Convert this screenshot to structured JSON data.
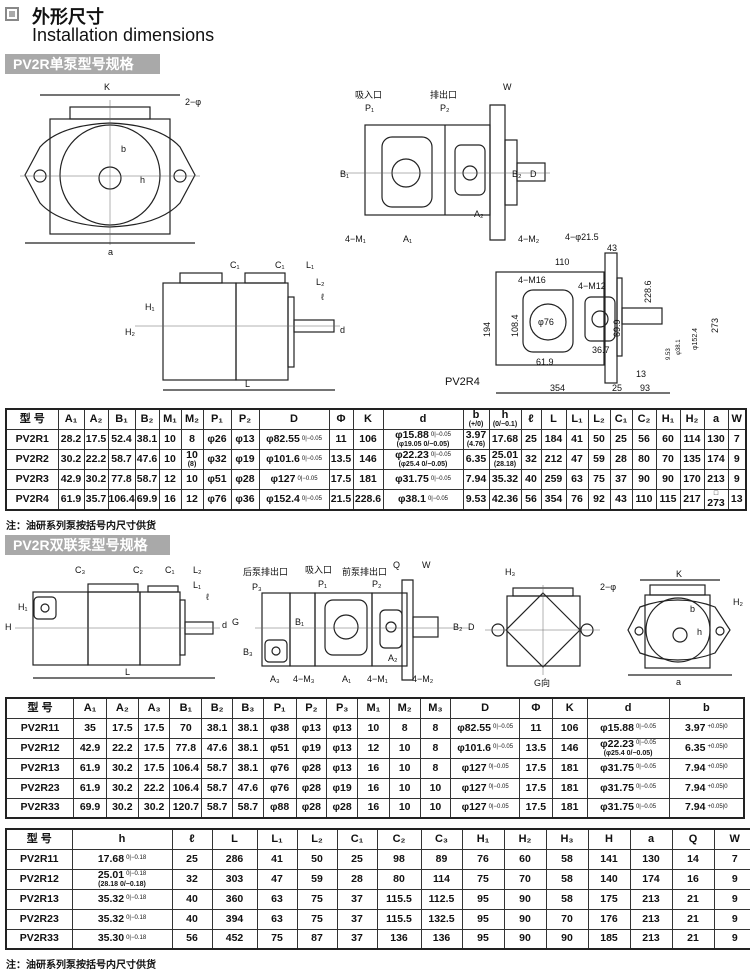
{
  "header": {
    "icon": "square-bullet-icon",
    "title_cn": "外形尺寸",
    "title_en": "Installation dimensions"
  },
  "section1": {
    "banner": "PV2R单泵型号规格",
    "note": "注：油研系列泵按括号内尺寸供货"
  },
  "section2": {
    "banner": "PV2R双联泵型号规格",
    "note": "注：油研系列泵按括号内尺寸供货"
  },
  "drawings": {
    "front": {
      "K": "K",
      "hole": "2−φ",
      "b": "b",
      "h": "h",
      "a": "a"
    },
    "side": {
      "C1": "C₁",
      "C1b": "C₁",
      "L1": "L₁",
      "L2": "L₂",
      "l": "ℓ",
      "H1": "H₁",
      "H2": "H₂",
      "d": "d",
      "L": "L"
    },
    "top": {
      "inlet": "吸入口",
      "P1": "P₁",
      "outlet": "排出口",
      "P2": "P₂",
      "W": "W",
      "B1": "B₁",
      "B2": "B₂",
      "D": "D",
      "M1": "4−M₁",
      "A1": "A₁",
      "A2": "A₂",
      "M2": "4−M₂"
    },
    "pv2r4": {
      "title": "PV2R4",
      "holes": "4−φ21.5",
      "d43": "43",
      "d110": "110",
      "m16": "4−M16",
      "m12": "4−M12",
      "d194": "194",
      "d1084": "108.4",
      "d76": "φ76",
      "d619": "61.9",
      "d367": "36.7",
      "d699": "69.9",
      "d2286": "228.6",
      "d273": "273",
      "d354": "354",
      "d25": "25",
      "d93": "93",
      "d13": "13",
      "d1524": "φ152.4",
      "d381": "φ38.1",
      "d953": "9.53"
    },
    "dside": {
      "C3": "C₃",
      "C2": "C₂",
      "C1": "C₁",
      "L2": "L₂",
      "L1": "L₁",
      "l": "ℓ",
      "H1": "H₁",
      "H": "H",
      "G": "G",
      "d": "d",
      "L": "L"
    },
    "dtop": {
      "rear": "后泵排出口",
      "inlet": "吸入口",
      "front": "前泵排出口",
      "Q": "Q",
      "W": "W",
      "P3": "P₃",
      "P1": "P₁",
      "P2": "P₂",
      "B1": "B₁",
      "B2": "B₂",
      "B3": "B₃",
      "D": "D",
      "A3": "A₃",
      "M3": "4−M₃",
      "A1": "A₁",
      "M1": "4−M₁",
      "A2": "A₂",
      "M2": "4−M₂"
    },
    "gview": {
      "label": "G向",
      "H3": "H₃"
    },
    "dfront": {
      "K": "K",
      "hole": "2−φ",
      "b": "b",
      "h": "h",
      "H2": "H₂",
      "a": "a"
    }
  },
  "table1": {
    "headers": [
      "型 号",
      "A₁",
      "A₂",
      "B₁",
      "B₂",
      "M₁",
      "M₂",
      "P₁",
      "P₂",
      "D",
      "Φ",
      "K",
      "d",
      {
        "v": "b",
        "s": "(+/0)"
      },
      {
        "v": "h",
        "s": "(0/−0.1)"
      },
      "ℓ",
      "L",
      "L₁",
      "L₂",
      "C₁",
      "C₂",
      "H₁",
      "H₂",
      "a",
      "W"
    ],
    "rows": [
      [
        "PV2R1",
        "28.2",
        "17.5",
        "52.4",
        "38.1",
        "10",
        "8",
        "φ26",
        "φ13",
        {
          "v": "φ82.55",
          "t": "0|−0.05"
        },
        "11",
        "106",
        {
          "v": "φ15.88",
          "t": "0|−0.05",
          "s": "(φ19.05 0/−0.05)"
        },
        {
          "v": "3.97",
          "s": "(4.76)"
        },
        "17.68",
        "25",
        "184",
        "41",
        "50",
        "25",
        "56",
        "60",
        "114",
        "130",
        "7"
      ],
      [
        "PV2R2",
        "30.2",
        "22.2",
        "58.7",
        "47.6",
        "10",
        {
          "v": "10",
          "s": "(8)"
        },
        "φ32",
        "φ19",
        {
          "v": "φ101.6",
          "t": "0|−0.05"
        },
        "13.5",
        "146",
        {
          "v": "φ22.23",
          "t": "0|−0.05",
          "s": "(φ25.4 0/−0.05)"
        },
        "6.35",
        {
          "v": "25.01",
          "s": "(28.18)"
        },
        "32",
        "212",
        "47",
        "59",
        "28",
        "80",
        "70",
        "135",
        "174",
        "9"
      ],
      [
        "PV2R3",
        "42.9",
        "30.2",
        "77.8",
        "58.7",
        "12",
        "10",
        "φ51",
        "φ28",
        {
          "v": "φ127",
          "t": "0|−0.05"
        },
        "17.5",
        "181",
        {
          "v": "φ31.75",
          "t": "0|−0.05"
        },
        "7.94",
        "35.32",
        "40",
        "259",
        "63",
        "75",
        "37",
        "90",
        "90",
        "170",
        "213",
        "9"
      ],
      [
        "PV2R4",
        "61.9",
        "35.7",
        "106.4",
        "69.9",
        "16",
        "12",
        "φ76",
        "φ36",
        {
          "v": "φ152.4",
          "t": "0|−0.05"
        },
        "21.5",
        "228.6",
        {
          "v": "φ38.1",
          "t": "0|−0.05"
        },
        "9.53",
        "42.36",
        "56",
        "354",
        "76",
        "92",
        "43",
        "110",
        "115",
        "217",
        {
          "v": "273",
          "s": "□"
        },
        "13"
      ]
    ]
  },
  "table2": {
    "headers": [
      "型 号",
      "A₁",
      "A₂",
      "A₃",
      "B₁",
      "B₂",
      "B₃",
      "P₁",
      "P₂",
      "P₃",
      "M₁",
      "M₂",
      "M₃",
      "D",
      "Φ",
      "K",
      "d",
      "b"
    ],
    "rows": [
      [
        "PV2R11",
        "35",
        "17.5",
        "17.5",
        "70",
        "38.1",
        "38.1",
        "φ38",
        "φ13",
        "φ13",
        "10",
        "8",
        "8",
        {
          "v": "φ82.55",
          "t": "0|−0.05"
        },
        "11",
        "106",
        {
          "v": "φ15.88",
          "t": "0|−0.05"
        },
        {
          "v": "3.97",
          "t": "+0.05|0"
        }
      ],
      [
        "PV2R12",
        "42.9",
        "22.2",
        "17.5",
        "77.8",
        "47.6",
        "38.1",
        "φ51",
        "φ19",
        "φ13",
        "12",
        "10",
        "8",
        {
          "v": "φ101.6",
          "t": "0|−0.05"
        },
        "13.5",
        "146",
        {
          "v": "φ22.23",
          "t": "0|−0.05",
          "s": "(φ25.4 0/−0.05)"
        },
        {
          "v": "6.35",
          "t": "+0.05|0"
        }
      ],
      [
        "PV2R13",
        "61.9",
        "30.2",
        "17.5",
        "106.4",
        "58.7",
        "38.1",
        "φ76",
        "φ28",
        "φ13",
        "16",
        "10",
        "8",
        {
          "v": "φ127",
          "t": "0|−0.05"
        },
        "17.5",
        "181",
        {
          "v": "φ31.75",
          "t": "0|−0.05"
        },
        {
          "v": "7.94",
          "t": "+0.05|0"
        }
      ],
      [
        "PV2R23",
        "61.9",
        "30.2",
        "22.2",
        "106.4",
        "58.7",
        "47.6",
        "φ76",
        "φ28",
        "φ19",
        "16",
        "10",
        "10",
        {
          "v": "φ127",
          "t": "0|−0.05"
        },
        "17.5",
        "181",
        {
          "v": "φ31.75",
          "t": "0|−0.05"
        },
        {
          "v": "7.94",
          "t": "+0.05|0"
        }
      ],
      [
        "PV2R33",
        "69.9",
        "30.2",
        "30.2",
        "120.7",
        "58.7",
        "58.7",
        "φ88",
        "φ28",
        "φ28",
        "16",
        "10",
        "10",
        {
          "v": "φ127",
          "t": "0|−0.05"
        },
        "17.5",
        "181",
        {
          "v": "φ31.75",
          "t": "0|−0.05"
        },
        {
          "v": "7.94",
          "t": "+0.05|0"
        }
      ]
    ]
  },
  "table3": {
    "headers": [
      "型 号",
      "h",
      "ℓ",
      "L",
      "L₁",
      "L₂",
      "C₁",
      "C₂",
      "C₃",
      "H₁",
      "H₂",
      "H₃",
      "H",
      "a",
      "Q",
      "W"
    ],
    "rows": [
      [
        "PV2R11",
        {
          "v": "17.68",
          "t": "0|−0.18"
        },
        "25",
        "286",
        "41",
        "50",
        "25",
        "98",
        "89",
        "76",
        "60",
        "58",
        "141",
        "130",
        "14",
        "7"
      ],
      [
        "PV2R12",
        {
          "v": "25.01",
          "t": "0|−0.18",
          "s": "(28.18 0/−0.18)"
        },
        "32",
        "303",
        "47",
        "59",
        "28",
        "80",
        "114",
        "75",
        "70",
        "58",
        "140",
        "174",
        "16",
        "9"
      ],
      [
        "PV2R13",
        {
          "v": "35.32",
          "t": "0|−0.18"
        },
        "40",
        "360",
        "63",
        "75",
        "37",
        "115.5",
        "112.5",
        "95",
        "90",
        "58",
        "175",
        "213",
        "21",
        "9"
      ],
      [
        "PV2R23",
        {
          "v": "35.32",
          "t": "0|−0.18"
        },
        "40",
        "394",
        "63",
        "75",
        "37",
        "115.5",
        "132.5",
        "95",
        "90",
        "70",
        "176",
        "213",
        "21",
        "9"
      ],
      [
        "PV2R33",
        {
          "v": "35.30",
          "t": "0|−0.18"
        },
        "56",
        "452",
        "75",
        "87",
        "37",
        "136",
        "136",
        "95",
        "90",
        "90",
        "185",
        "213",
        "21",
        "9"
      ]
    ]
  }
}
